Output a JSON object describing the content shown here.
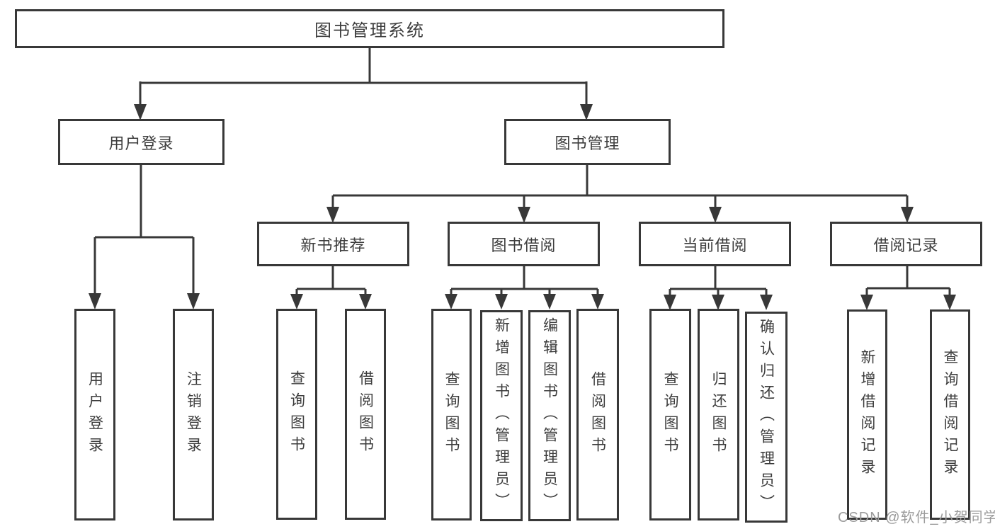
{
  "diagram_title": "图书管理系统",
  "colors": {
    "line": "#383838",
    "text": "#3d3d3d",
    "watermark": "#9c9c9c",
    "background": "#ffffff"
  },
  "tree": {
    "root": {
      "label": "图书管理系统"
    },
    "branches": [
      {
        "label": "用户登录",
        "children": [
          "用户登录",
          "注销登录"
        ]
      },
      {
        "label": "图书管理",
        "children": [
          {
            "label": "新书推荐",
            "children": [
              "查询图书",
              "借阅图书"
            ]
          },
          {
            "label": "图书借阅",
            "children": [
              "查询图书",
              "新增图书（管理员）",
              "编辑图书（管理员）",
              "借阅图书"
            ]
          },
          {
            "label": "当前借阅",
            "children": [
              "查询图书",
              "归还图书",
              "确认归还（管理员）"
            ]
          },
          {
            "label": "借阅记录",
            "children": [
              "新增借阅记录",
              "查询借阅记录"
            ]
          }
        ]
      }
    ]
  },
  "watermark": {
    "text": "CSDN @软件_小贺同学"
  }
}
